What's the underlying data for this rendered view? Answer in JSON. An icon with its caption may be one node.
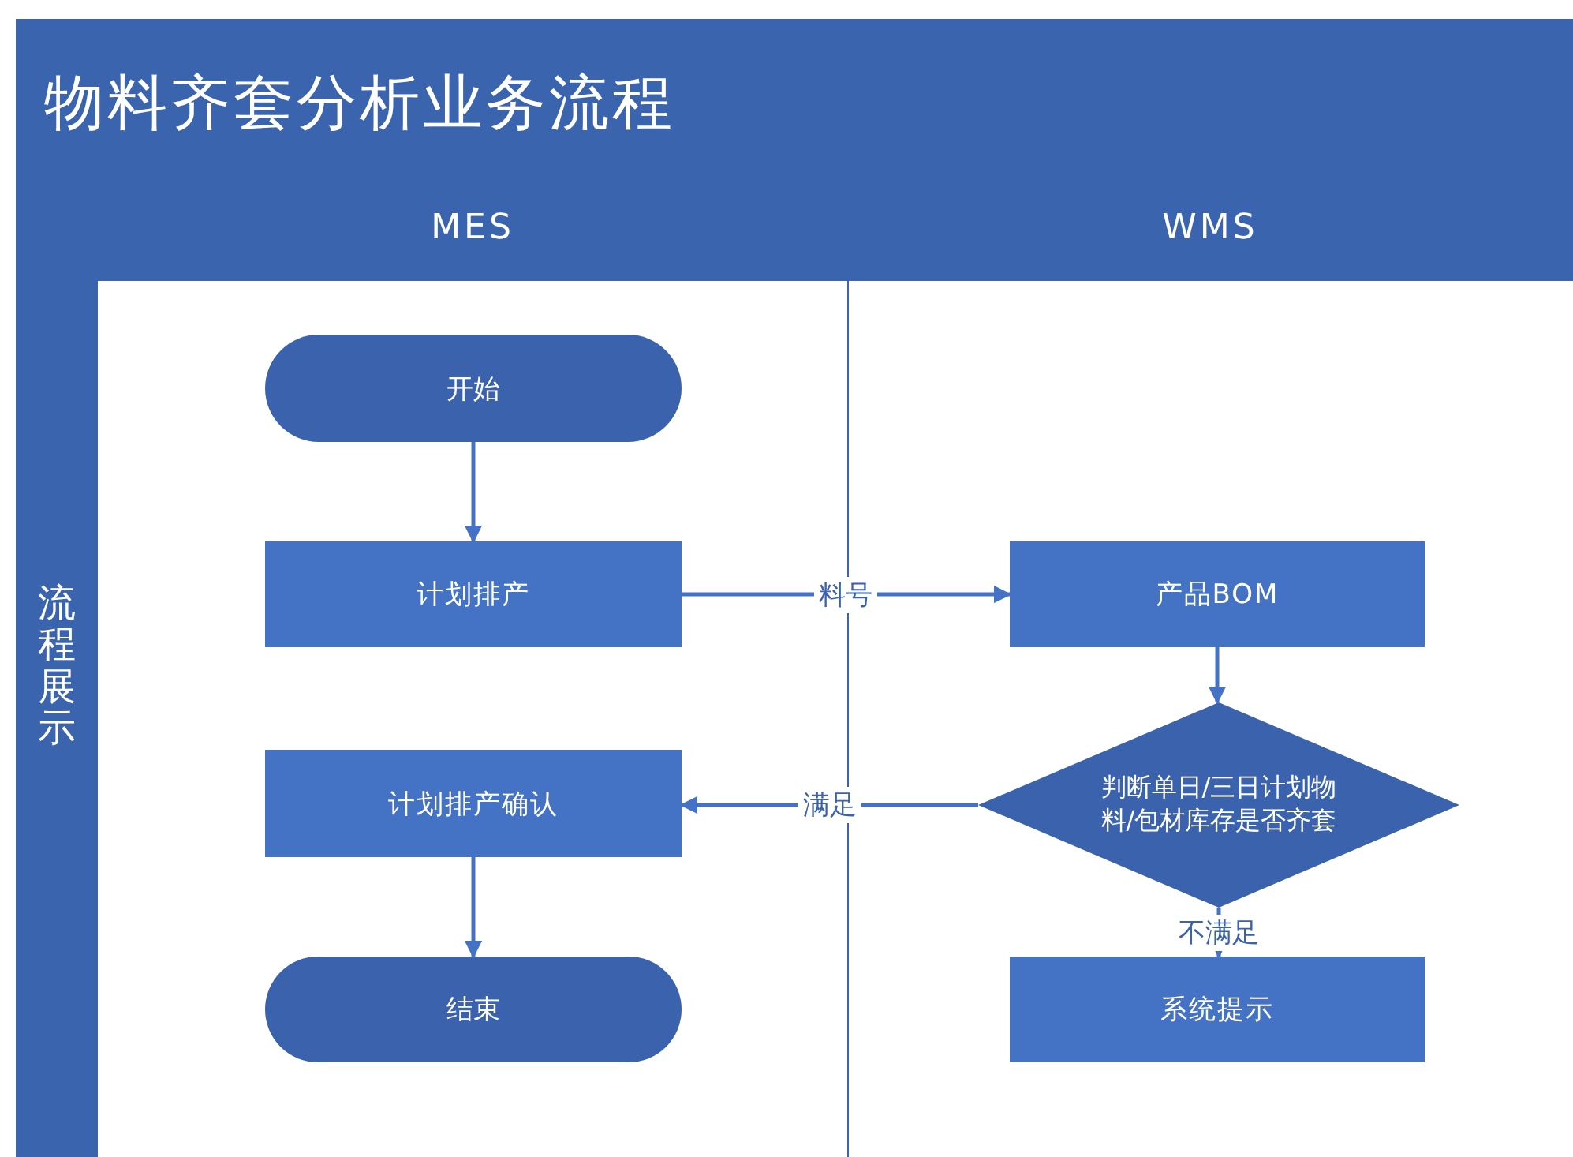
{
  "diagram": {
    "title": "物料齐套分析业务流程",
    "nodes": [
      {
        "text": [
          "MES"
        ]
      },
      {
        "text": [
          "WMS"
        ]
      },
      {
        "text": [
          "流程展示"
        ]
      },
      {
        "text": [
          "开始"
        ],
        "in": 0
      },
      {
        "text": [
          "计划排产"
        ],
        "in": 0
      },
      {
        "text": [
          "计划排产确认"
        ],
        "in": 0
      },
      {
        "text": [
          "结束"
        ],
        "in": 0
      },
      {
        "text": [
          "产品BOM"
        ],
        "in": 1
      },
      {
        "text": [
          "判断单日/三日计划物料/包材库存是否齐套"
        ],
        "in": 1
      },
      {
        "text": [
          "系统提示"
        ],
        "in": 1
      }
    ],
    "edges": [
      {
        "from": 3,
        "to": 4,
        "arrow": "to"
      },
      {
        "from": 4,
        "to": 7,
        "arrow": "to",
        "label": "料号"
      },
      {
        "from": 7,
        "to": 8,
        "arrow": "to"
      },
      {
        "from": 8,
        "to": 5,
        "arrow": "to",
        "label": "满足"
      },
      {
        "from": 8,
        "to": 9,
        "arrow": "to",
        "label": "不满足"
      },
      {
        "from": 5,
        "to": 6,
        "arrow": "to"
      }
    ]
  }
}
